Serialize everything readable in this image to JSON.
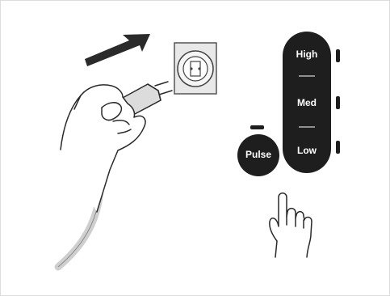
{
  "speed_panel": {
    "high_label": "High",
    "med_label": "Med",
    "low_label": "Low",
    "pulse_label": "Pulse"
  },
  "icons": [
    "arrow-right-up-icon",
    "wall-socket-icon",
    "hand-holding-plug-icon",
    "power-cord-icon",
    "pointing-hand-icon"
  ],
  "colors": {
    "panel": "#1e1e1e",
    "stroke": "#2a2a2a",
    "cord": "#c8c8c8",
    "socket": "#e0e0e0"
  }
}
